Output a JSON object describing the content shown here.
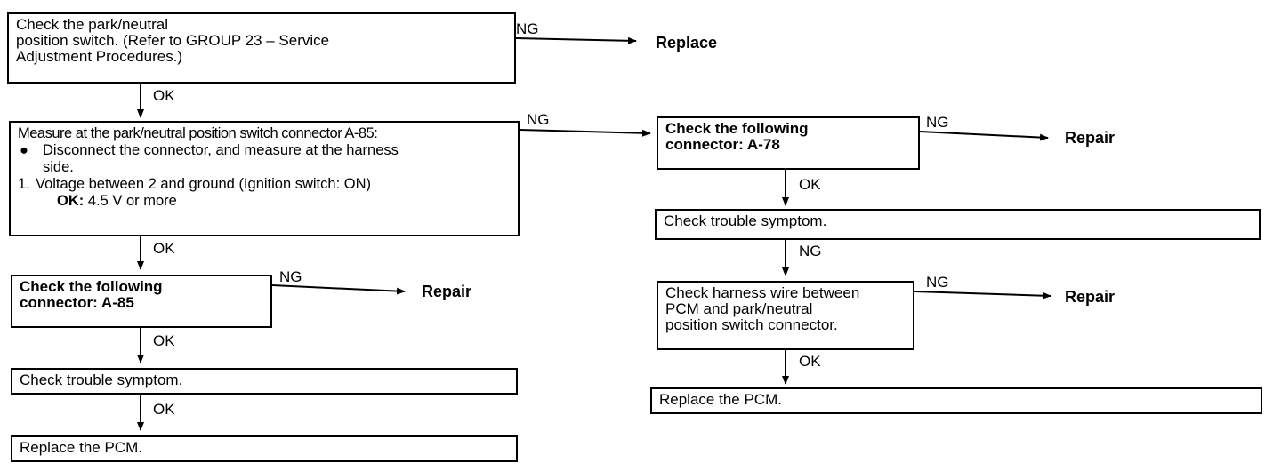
{
  "left": {
    "box1": [
      "Check the park/neutral",
      "position switch. (Refer to GROUP 23 – Service",
      "Adjustment Procedures.)"
    ],
    "box2": {
      "title": "Measure at the park/neutral position switch connector A-85:",
      "bullet": "●",
      "bullet_text": [
        "Disconnect the connector, and measure at the harness",
        "side."
      ],
      "step_num": "1.",
      "step_text": "Voltage between 2 and ground (Ignition switch: ON)",
      "ok_label": "OK:",
      "ok_value": "4.5 V or more"
    },
    "box3": [
      "Check the following",
      "connector: A-85"
    ],
    "box4": "Check trouble symptom.",
    "box5": "Replace the PCM."
  },
  "right": {
    "box1": [
      "Check the following",
      "connector: A-78"
    ],
    "box2": "Check trouble symptom.",
    "box3": [
      "Check harness wire between",
      "PCM and park/neutral",
      "position switch connector."
    ],
    "box4": "Replace the PCM."
  },
  "labels": {
    "ok": "OK",
    "ng": "NG",
    "replace": "Replace",
    "repair": "Repair"
  }
}
